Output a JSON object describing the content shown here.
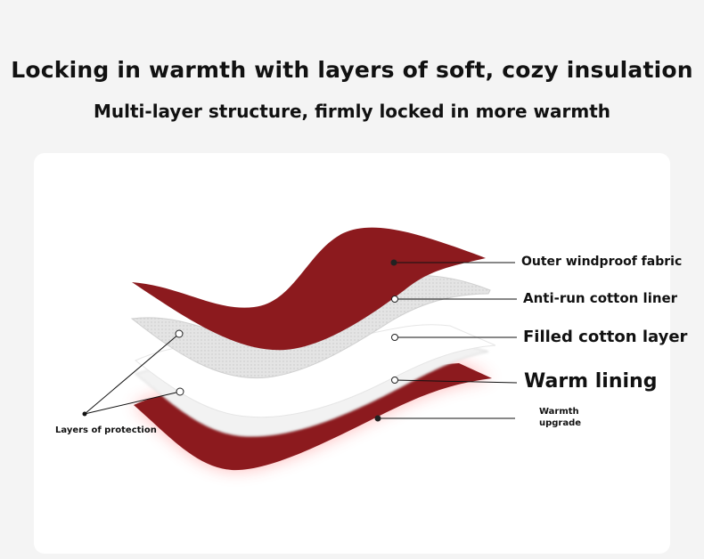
{
  "heading": {
    "title": "Locking in warmth with layers of soft, cozy insulation",
    "subtitle": "Multi-layer structure, firmly locked in more warmth"
  },
  "layers": [
    {
      "label": "Outer windproof fabric",
      "color": "#8c1a1e"
    },
    {
      "label": "Anti-run cotton liner",
      "color": "#dcdcdc"
    },
    {
      "label": "Filled cotton layer",
      "color": "#ffffff"
    },
    {
      "label": "Warm lining",
      "color": "#f0f0f0"
    },
    {
      "label": "Warmth upgrade",
      "color": "#8c1a1e"
    }
  ],
  "side_label": "Layers of protection",
  "colors": {
    "accent_red": "#8c1a1e",
    "background": "#f4f4f4",
    "text": "#111111"
  }
}
